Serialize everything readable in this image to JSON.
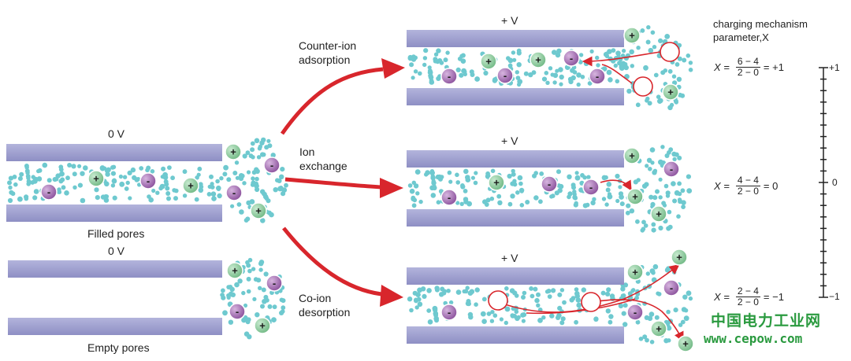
{
  "labels": {
    "left_top_voltage": "0 V",
    "left_bottom_voltage": "0 V",
    "filled_pores": "Filled pores",
    "empty_pores": "Empty pores",
    "right_voltage": "+ V",
    "counter_ion_line1": "Counter-ion",
    "counter_ion_line2": "adsorption",
    "ion_exchange_line1": "Ion",
    "ion_exchange_line2": "exchange",
    "coion_line1": "Co-ion",
    "coion_line2": "desorption",
    "param_line1": "charging mechanism",
    "param_line2": "parameter,X"
  },
  "equations": [
    {
      "var": "X =",
      "num": "6 − 4",
      "den": "2 − 0",
      "result": "= +1"
    },
    {
      "var": "X =",
      "num": "4 − 4",
      "den": "2 − 0",
      "result": "= 0"
    },
    {
      "var": "X =",
      "num": "2 − 4",
      "den": "2 − 0",
      "result": "= −1"
    }
  ],
  "scale": {
    "top": "+1",
    "middle": "0",
    "bottom": "−1"
  },
  "ion_signs": {
    "plus": "+",
    "minus": "-"
  },
  "colors": {
    "plate": "#9b9ccc",
    "electrolyte_dot": "#6ec9cf",
    "cation": "#7cc08c",
    "anion": "#9a62a8",
    "arrow": "#d8262c",
    "watermark": "#2a9a3f"
  },
  "watermark": {
    "cn": "中国电力工业网",
    "url": "www.cepow.com"
  }
}
